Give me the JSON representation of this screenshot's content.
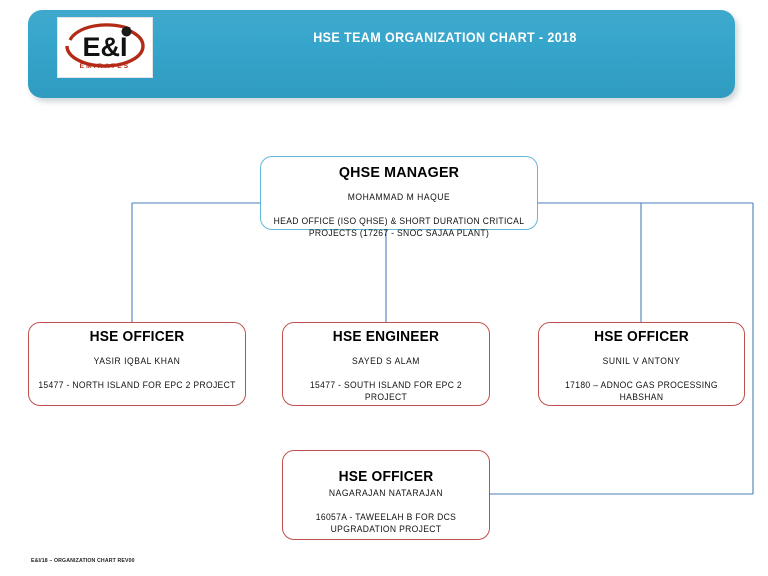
{
  "header": {
    "title": "HSE TEAM ORGANIZATION CHART - 2018",
    "logo": {
      "primary_text": "E & I",
      "sub_text": "EMIRATES",
      "icon_name": "ei-emirates-logo"
    },
    "colors": {
      "banner_start": "#3fa9cd",
      "banner_end": "#2f9bc0",
      "title_color": "#ffffff"
    }
  },
  "chart_data": {
    "type": "org-chart",
    "title": "HSE TEAM ORGANIZATION CHART - 2018",
    "root": {
      "title": "QHSE MANAGER",
      "name": "MOHAMMAD M HAQUE",
      "description": "HEAD OFFICE (ISO QHSE) & SHORT DURATION CRITICAL PROJECTS (17267 - SNOC SAJAA PLANT)",
      "border_color": "#62b8d8"
    },
    "children": [
      {
        "title": "HSE OFFICER",
        "name": "YASIR IQBAL KHAN",
        "description": "15477 - NORTH ISLAND FOR EPC 2 PROJECT",
        "border_color": "#c0504d"
      },
      {
        "title": "HSE ENGINEER",
        "name": "SAYED S  ALAM",
        "description": "15477 - SOUTH ISLAND FOR EPC 2 PROJECT",
        "border_color": "#c0504d"
      },
      {
        "title": "HSE OFFICER",
        "name": "SUNIL V ANTONY",
        "description": "17180 – ADNOC GAS PROCESSING HABSHAN",
        "border_color": "#c0504d"
      },
      {
        "title": "HSE OFFICER",
        "name": "NAGARAJAN NATARAJAN",
        "description": "16057A - TAWEELAH B FOR DCS UPGRADATION PROJECT",
        "border_color": "#c0504d"
      }
    ],
    "connector_color": "#4a7ebb"
  },
  "footer": {
    "note": "E&I/18 – ORGANIZATION CHART REV00"
  }
}
